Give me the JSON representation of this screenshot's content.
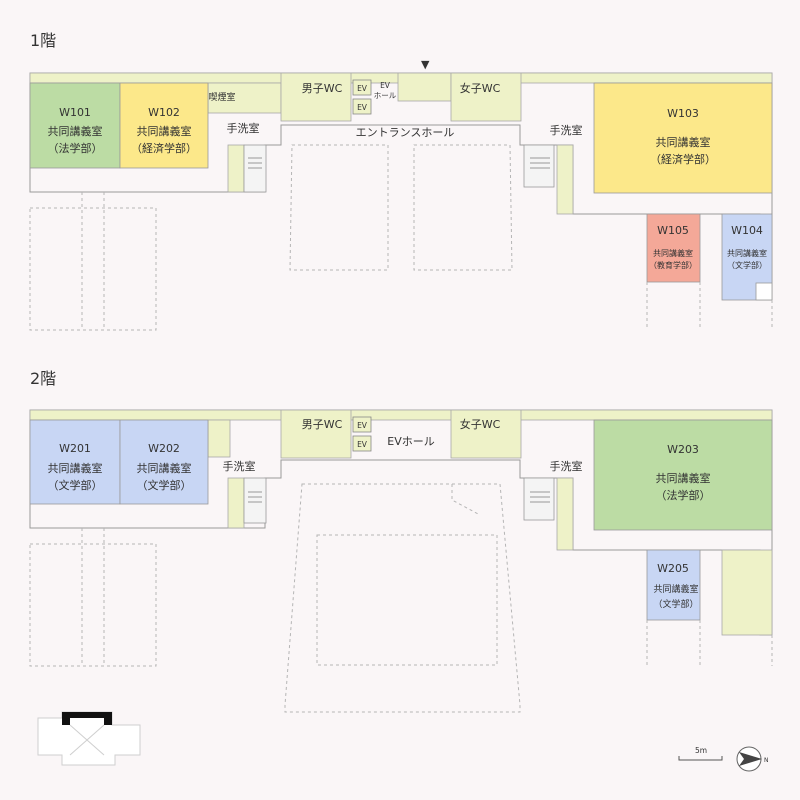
{
  "floors": [
    {
      "label": "1階",
      "rooms": {
        "w101": {
          "id": "W101",
          "type": "共同講義室",
          "dept": "（法学部）"
        },
        "w102": {
          "id": "W102",
          "type": "共同講義室",
          "dept": "（経済学部）"
        },
        "w103": {
          "id": "W103",
          "type": "共同講義室",
          "dept": "（経済学部）"
        },
        "w104": {
          "id": "W104",
          "type": "共同講義室",
          "dept": "（文学部）"
        },
        "w105": {
          "id": "W105",
          "type": "共同講義室",
          "dept": "（教育学部）"
        }
      },
      "facilities": {
        "smoking": "喫煙室",
        "mens_wc": "男子WC",
        "womens_wc": "女子WC",
        "ev": "EV",
        "ev_hall_line1": "EV",
        "ev_hall_line2": "ホール",
        "entrance_hall": "エントランスホール",
        "washroom": "手洗室"
      },
      "entrance_marker": "▼"
    },
    {
      "label": "2階",
      "rooms": {
        "w201": {
          "id": "W201",
          "type": "共同講義室",
          "dept": "（文学部）"
        },
        "w202": {
          "id": "W202",
          "type": "共同講義室",
          "dept": "（文学部）"
        },
        "w203": {
          "id": "W203",
          "type": "共同講義室",
          "dept": "（法学部）"
        },
        "w205": {
          "id": "W205",
          "type": "共同講義室",
          "dept": "（文学部）"
        }
      },
      "facilities": {
        "mens_wc": "男子WC",
        "womens_wc": "女子WC",
        "ev": "EV",
        "ev_hall": "EVホール",
        "washroom": "手洗室"
      }
    }
  ],
  "scale_bar": {
    "label": "5m"
  },
  "north_arrow": {
    "letter": "N"
  },
  "colors": {
    "law": "#bcdca4",
    "economics": "#fce88a",
    "literature": "#c8d6f4",
    "education": "#f4a898",
    "corridor": "#eef2c8",
    "wall": "#9a9a9a"
  }
}
